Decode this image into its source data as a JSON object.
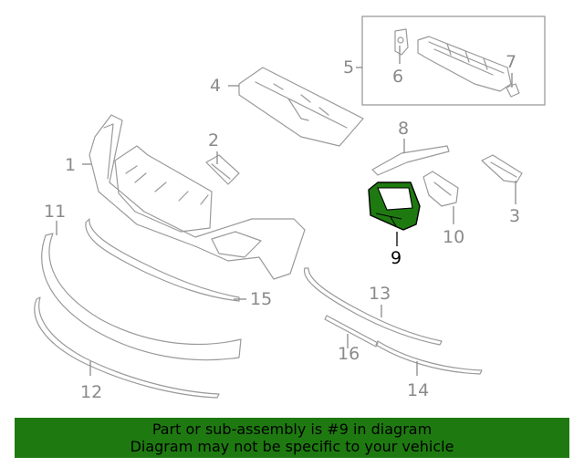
{
  "callouts": {
    "c1": "1",
    "c2": "2",
    "c3": "3",
    "c4": "4",
    "c5": "5",
    "c6": "6",
    "c7": "7",
    "c8": "8",
    "c9": "9",
    "c10": "10",
    "c11": "11",
    "c12": "12",
    "c13": "13",
    "c14": "14",
    "c15": "15",
    "c16": "16"
  },
  "highlighted_part": "9",
  "colors": {
    "highlight": "#1e7a10",
    "banner_bg": "#1e7a10",
    "line_art": "#9a9a9a"
  },
  "banner": {
    "line1": "Part or sub-assembly is #9 in diagram",
    "line2": "Diagram may not be specific to your vehicle"
  }
}
